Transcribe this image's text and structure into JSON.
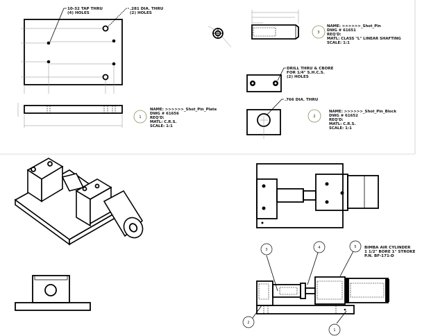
{
  "plate": {
    "note_tap": [
      "10-32 TAP THRU",
      "(4) HOLES"
    ],
    "note_dia": [
      ".281 DIA. THRU",
      "(2) HOLES"
    ],
    "balloon": "1",
    "title": [
      "NAME: >>>>>>_Shot_Pin_Plate",
      "DWG # 61656",
      "REQ'D:",
      "MATL: C.R.S.",
      "SCALE: 1:1"
    ]
  },
  "pin": {
    "balloon": "3",
    "title": [
      "NAME: >>>>>>_Shot_Pin",
      "DWG # 61651",
      "REQ'D:",
      "MATL: CLASS \"L\" LINEAR SHAFTING",
      "SCALE: 1:1"
    ]
  },
  "block": {
    "note_cbore": [
      "DRILL THRU & CBORE",
      "FOR 1/4\" S.H.C.S.",
      "(2) HOLES"
    ],
    "note_bore": [
      ".766 DIA. THRU"
    ],
    "balloon": "2",
    "title": [
      "NAME: >>>>>>_Shot_Pin_Block",
      "DWG # 61652",
      "REQ'D:",
      "MATL: C.R.S.",
      "SCALE: 1:1"
    ]
  },
  "assembly": {
    "cylinder_note": [
      "BIMBA AIR CYLINDER",
      "1 1/2\" BORE 1\" STROKE",
      "P.N. BF-171-D"
    ],
    "balloons": [
      "3",
      "4",
      "5",
      "2",
      "1"
    ]
  }
}
